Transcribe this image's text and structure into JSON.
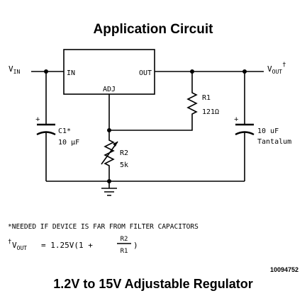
{
  "title": "Application Circuit",
  "regulator": {
    "pin_in": "IN",
    "pin_out": "OUT",
    "pin_adj": "ADJ"
  },
  "labels": {
    "vin_main": "V",
    "vin_sub": "IN",
    "vout_main": "V",
    "vout_sub": "OUT",
    "vout_mark": "†",
    "c1_name": "C1*",
    "c1_value": "10 µF",
    "r1_name": "R1",
    "r1_value": "121Ω",
    "r2_name": "R2",
    "r2_value": "5k",
    "cout_value": "10 uF",
    "cout_type": "Tantalum"
  },
  "footnote": "*NEEDED IF DEVICE IS FAR FROM FILTER CAPACITORS",
  "formula": {
    "dagger": "†",
    "lhs_main": "V",
    "lhs_sub": "OUT",
    "rhs": "= 1.25V(1 +",
    "numerator": "R2",
    "denominator": "R1",
    "close": ")"
  },
  "figure_id": "10094752",
  "caption": "1.2V to 15V Adjustable Regulator"
}
